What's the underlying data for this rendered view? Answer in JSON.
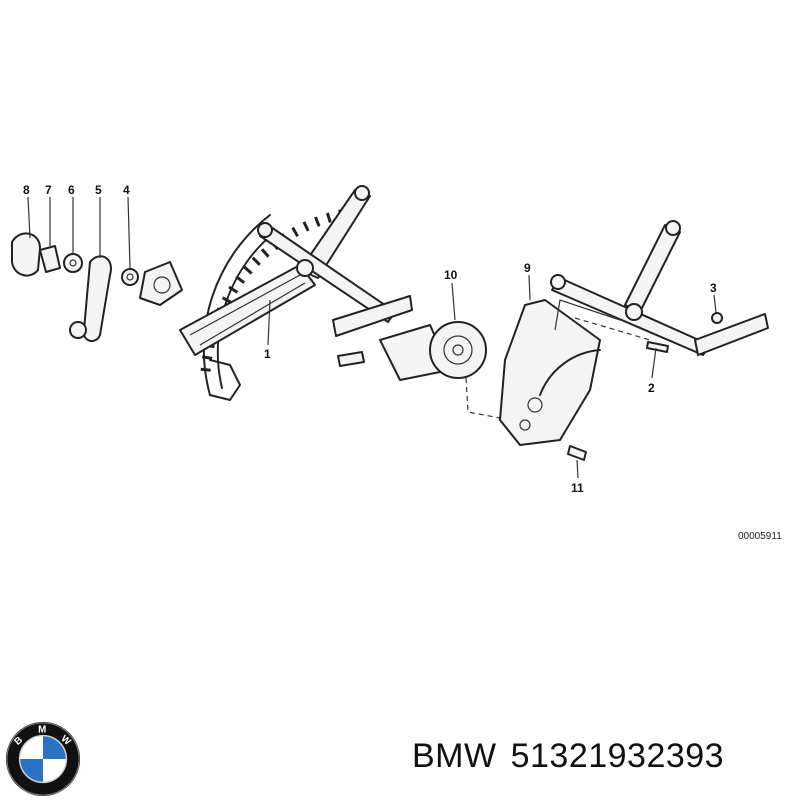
{
  "diagram": {
    "callouts": {
      "c1": "1",
      "c2": "2",
      "c3": "3",
      "c4": "4",
      "c5": "5",
      "c6": "6",
      "c7": "7",
      "c8": "8",
      "c9": "9",
      "c10": "10",
      "c11": "11"
    },
    "reference_number": "00005911"
  },
  "footer": {
    "brand": "BMW",
    "part_number": "51321932393"
  },
  "logo": {
    "letters": "BMW",
    "colors": {
      "ring": "#111111",
      "blue": "#2a73c2",
      "white": "#ffffff"
    }
  }
}
